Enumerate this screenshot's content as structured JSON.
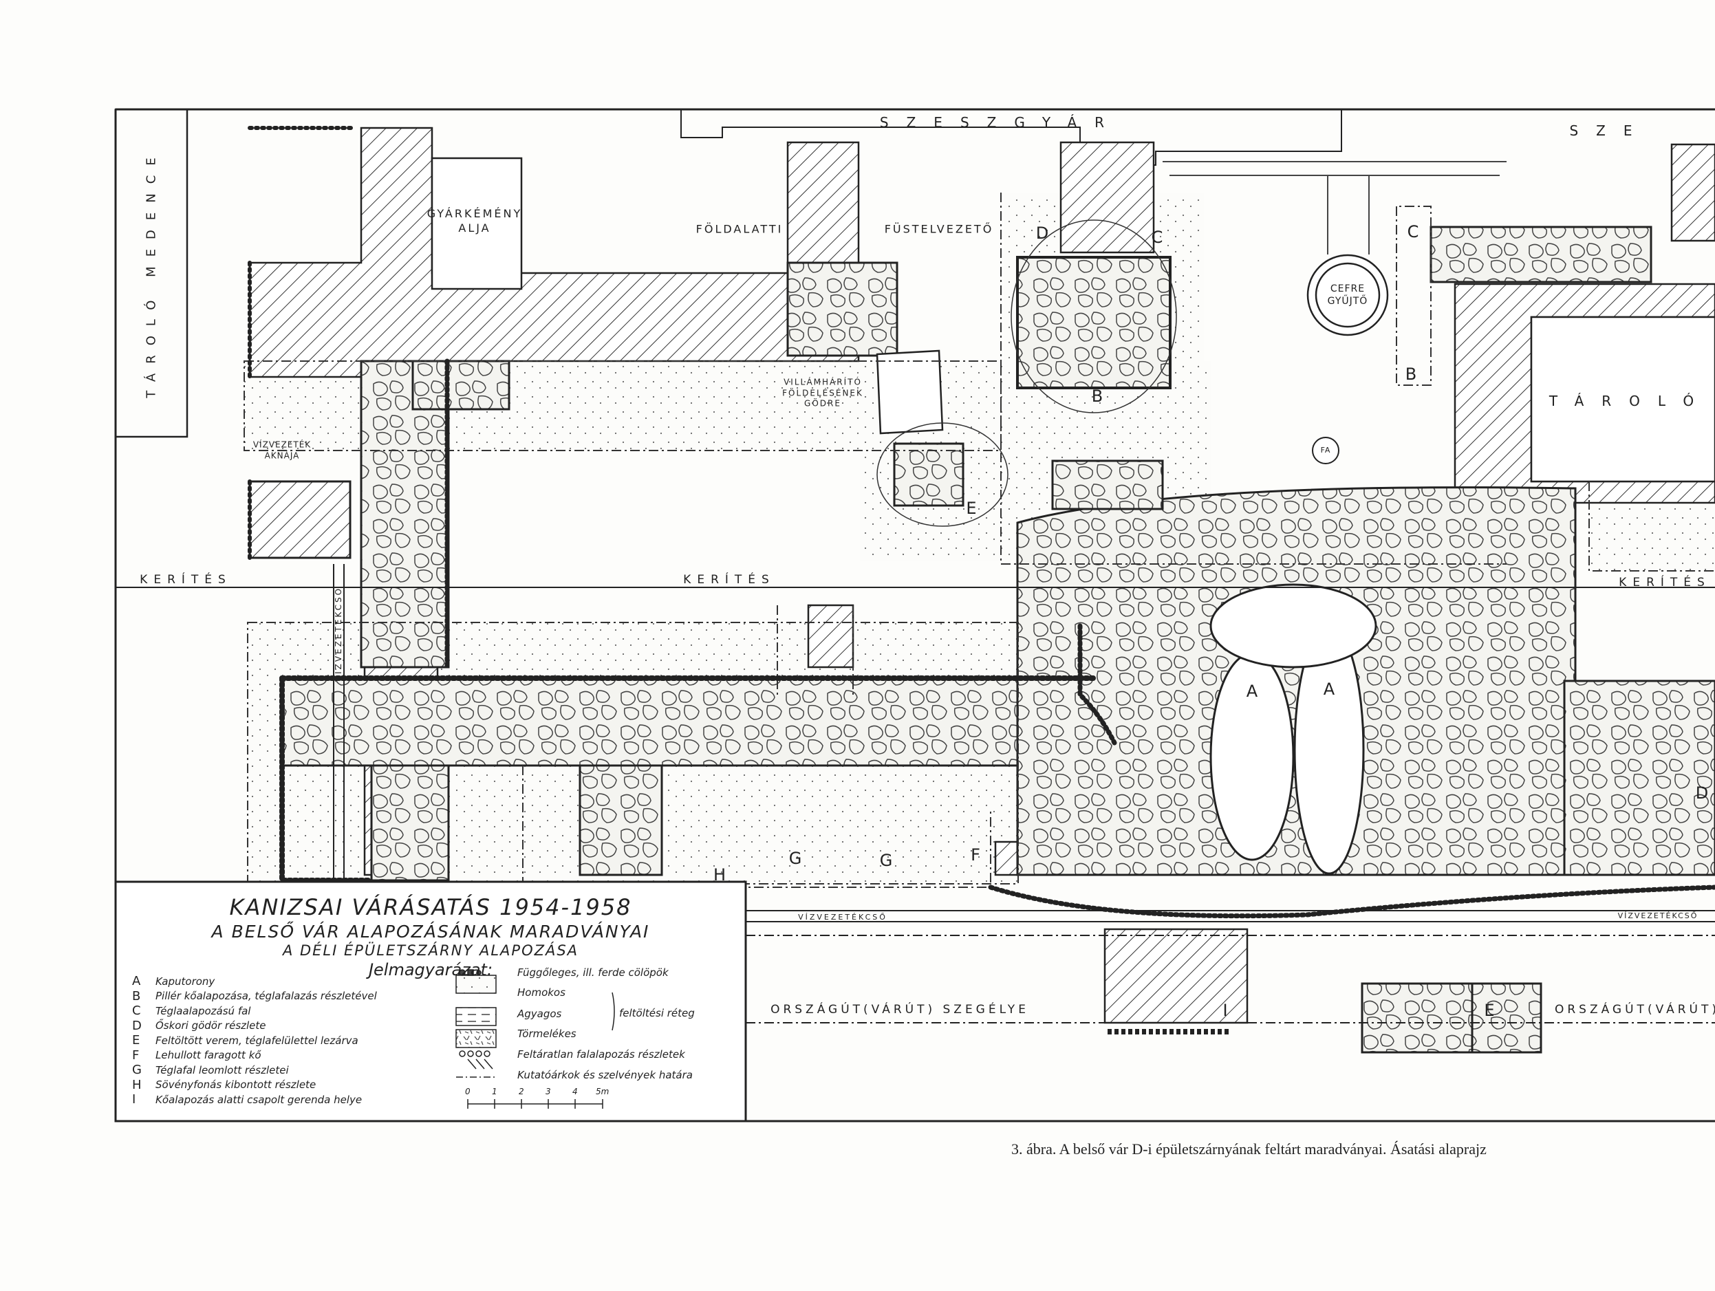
{
  "title": {
    "line1": "KANIZSAI VÁRÁSATÁS 1954-1958",
    "line2": "A BELSŐ VÁR ALAPOZÁSÁNAK MARADVÁNYAI",
    "line3": "A DÉLI ÉPÜLETSZÁRNY ALAPOZÁSA",
    "legend_heading": "Jelmagyarázat:"
  },
  "legend_keys": [
    {
      "key": "A",
      "text": "Kaputorony"
    },
    {
      "key": "B",
      "text": "Pillér kőalapozása, téglafalazás részletével"
    },
    {
      "key": "C",
      "text": "Téglaalapozású fal"
    },
    {
      "key": "D",
      "text": "Őskori gödör részlete"
    },
    {
      "key": "E",
      "text": "Feltöltött verem, téglafelülettel lezárva"
    },
    {
      "key": "F",
      "text": "Lehullott faragott kő"
    },
    {
      "key": "G",
      "text": "Téglafal leomlott részletei"
    },
    {
      "key": "H",
      "text": "Sövényfonás kibontott részlete"
    },
    {
      "key": "I",
      "text": "Kőalapozás alatti csapolt gerenda helye"
    }
  ],
  "legend_symbols": {
    "posts": "Függőleges, ill. ferde cölöpök",
    "sandy": "Homokos",
    "clayey": "Agyagos",
    "rubble": "Törmelékes",
    "fill_layer": "feltöltési réteg",
    "unexcavated": "Feltáratlan falalapozás részletek",
    "trench_border": "Kutatóárkok és szelvények határa"
  },
  "scale_bar": {
    "ticks": [
      "0",
      "1",
      "2",
      "3",
      "4",
      "5m"
    ]
  },
  "map_labels": {
    "szeszgyar": "SZESZGYÁR",
    "szeszgyar_right": "SZE",
    "tarolo_medence": "TÁROLÓ MEDENCE",
    "tarolo": "TÁROLÓ",
    "gyarkemeny_1": "GYÁRKÉMÉNY",
    "gyarkemeny_2": "ALJA",
    "foldalatti": "FÖLDALATTI",
    "fustelvezeto": "FÜSTELVEZETŐ",
    "villam_1": "VILLÁMHÁRÍTÓ",
    "villam_2": "FÖLDELÉSÉNEK",
    "villam_3": "GÖDRE",
    "cefre_1": "CEFRE",
    "cefre_2": "GYŰJTŐ",
    "fa": "FA",
    "vizvezetek_akna_1": "VÍZVEZETÉK",
    "vizvezetek_akna_2": "AKNÁJA",
    "kerites": "KERÍTÉS",
    "vizvezetekcso": "VÍZVEZETÉKCSŐ",
    "orszagut_left": "ORSZÁGÚT(VÁRÚT) SZEGÉLYE",
    "orszagut_right": "ORSZÁGÚT(VÁRÚT)"
  },
  "area_letters": {
    "A": "A",
    "B": "B",
    "C": "C",
    "D": "D",
    "E": "E",
    "F": "F",
    "G": "G",
    "H": "H",
    "I": "I"
  },
  "caption": "3. ábra. A belső vár D-i épületszárnyának feltárt maradványai. Ásatási alaprajz"
}
